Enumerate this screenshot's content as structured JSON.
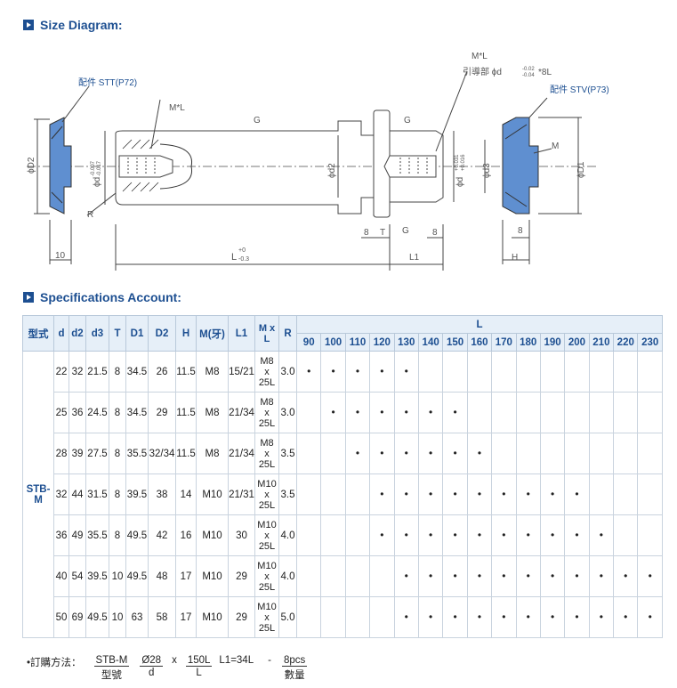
{
  "sections": {
    "size_diagram": "Size Diagram:",
    "specifications": "Specifications Account:"
  },
  "diagram": {
    "stt_label": "配件 STT(P72)",
    "stv_label": "配件 STV(P73)",
    "mxl_left": "M*L",
    "mxl_right": "M*L",
    "guide_label": "引導部 ϕd",
    "guide_tol_upper": "-0.02",
    "guide_tol_lower": "-0.04",
    "guide_suffix": "*8L",
    "g_left": "G",
    "g_right": "G",
    "g_bottom": "G",
    "phi_d2_left": "ϕD2",
    "phi_d_tol": "ϕd",
    "d_tol_upper": "-0.007",
    "d_tol_lower": "-0.017",
    "phi_d2": "ϕd2",
    "phi_d_right": "ϕd",
    "d_right_tol_upper": "+0.031",
    "d_right_tol_lower": "+0.016",
    "phi_d3": "ϕd3",
    "phi_D1": "ϕD1",
    "M": "M",
    "R": "R",
    "dim_10": "10",
    "dim_8a": "8",
    "dim_T": "T",
    "dim_8b": "8",
    "dim_8c": "8",
    "dim_L": "L",
    "L_tol_upper": "+0",
    "L_tol_lower": "-0.3",
    "dim_L1": "L1",
    "dim_H": "H"
  },
  "table": {
    "headers": [
      "型式",
      "d",
      "d2",
      "d3",
      "T",
      "D1",
      "D2",
      "H",
      "M(牙)",
      "L1",
      "M x L",
      "R"
    ],
    "L_header": "L",
    "L_values": [
      "90",
      "100",
      "110",
      "120",
      "130",
      "140",
      "150",
      "160",
      "170",
      "180",
      "190",
      "200",
      "210",
      "220",
      "230"
    ],
    "model": "STB-M",
    "dot": "•",
    "rows": [
      {
        "d": "22",
        "d2": "32",
        "d3": "21.5",
        "T": "8",
        "D1": "34.5",
        "D2": "26",
        "H": "11.5",
        "M": "M8",
        "L1": "15/21",
        "MxL": [
          "M8",
          "x",
          "25L"
        ],
        "R": "3.0",
        "avail": [
          1,
          1,
          1,
          1,
          1,
          0,
          0,
          0,
          0,
          0,
          0,
          0,
          0,
          0,
          0
        ]
      },
      {
        "d": "25",
        "d2": "36",
        "d3": "24.5",
        "T": "8",
        "D1": "34.5",
        "D2": "29",
        "H": "11.5",
        "M": "M8",
        "L1": "21/34",
        "MxL": [
          "M8",
          "x",
          "25L"
        ],
        "R": "3.0",
        "avail": [
          0,
          1,
          1,
          1,
          1,
          1,
          1,
          0,
          0,
          0,
          0,
          0,
          0,
          0,
          0
        ]
      },
      {
        "d": "28",
        "d2": "39",
        "d3": "27.5",
        "T": "8",
        "D1": "35.5",
        "D2": "32/34",
        "H": "11.5",
        "M": "M8",
        "L1": "21/34",
        "MxL": [
          "M8",
          "x",
          "25L"
        ],
        "R": "3.5",
        "avail": [
          0,
          0,
          1,
          1,
          1,
          1,
          1,
          1,
          0,
          0,
          0,
          0,
          0,
          0,
          0
        ]
      },
      {
        "d": "32",
        "d2": "44",
        "d3": "31.5",
        "T": "8",
        "D1": "39.5",
        "D2": "38",
        "H": "14",
        "M": "M10",
        "L1": "21/31",
        "MxL": [
          "M10",
          "x",
          "25L"
        ],
        "R": "3.5",
        "avail": [
          0,
          0,
          0,
          1,
          1,
          1,
          1,
          1,
          1,
          1,
          1,
          1,
          0,
          0,
          0
        ]
      },
      {
        "d": "36",
        "d2": "49",
        "d3": "35.5",
        "T": "8",
        "D1": "49.5",
        "D2": "42",
        "H": "16",
        "M": "M10",
        "L1": "30",
        "MxL": [
          "M10",
          "x",
          "25L"
        ],
        "R": "4.0",
        "avail": [
          0,
          0,
          0,
          1,
          1,
          1,
          1,
          1,
          1,
          1,
          1,
          1,
          1,
          0,
          0
        ]
      },
      {
        "d": "40",
        "d2": "54",
        "d3": "39.5",
        "T": "10",
        "D1": "49.5",
        "D2": "48",
        "H": "17",
        "M": "M10",
        "L1": "29",
        "MxL": [
          "M10",
          "x",
          "25L"
        ],
        "R": "4.0",
        "avail": [
          0,
          0,
          0,
          0,
          1,
          1,
          1,
          1,
          1,
          1,
          1,
          1,
          1,
          1,
          1
        ]
      },
      {
        "d": "50",
        "d2": "69",
        "d3": "49.5",
        "T": "10",
        "D1": "63",
        "D2": "58",
        "H": "17",
        "M": "M10",
        "L1": "29",
        "MxL": [
          "M10",
          "x",
          "25L"
        ],
        "R": "5.0",
        "avail": [
          0,
          0,
          0,
          0,
          1,
          1,
          1,
          1,
          1,
          1,
          1,
          1,
          1,
          1,
          1
        ]
      }
    ]
  },
  "order": {
    "label": "•訂購方法：",
    "fields": [
      {
        "top": "STB-M",
        "bottom": "型號"
      },
      {
        "top": "Ø28",
        "bottom": "d"
      },
      {
        "top": "150L",
        "bottom": "L"
      }
    ],
    "sep_x": "x",
    "l1": "L1=34L",
    "sep_dash": "-",
    "qty": {
      "top": "8pcs",
      "bottom": "數量"
    }
  }
}
